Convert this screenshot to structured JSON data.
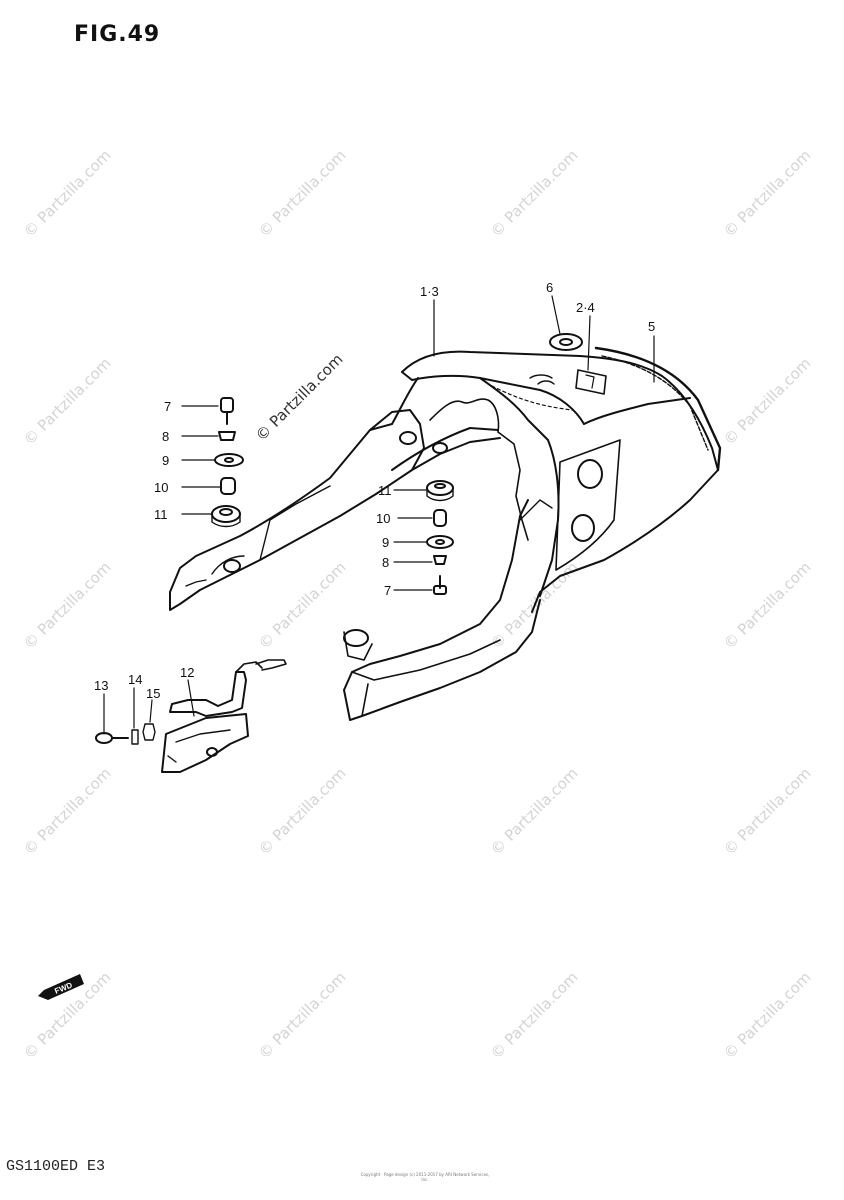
{
  "figure": {
    "title": "FIG.49"
  },
  "model_code": "GS1100ED E3",
  "watermark_text": "© Partzilla.com",
  "footer_note": "Copyright · Page design (c) 2011-2017 by ARI Network Services, Inc.",
  "fwd_arrow_label": "FWD",
  "part_labels": {
    "p1_3": "1·3",
    "p6": "6",
    "p2_4": "2·4",
    "p5": "5",
    "p7a": "7",
    "p8a": "8",
    "p9a": "9",
    "p10a": "10",
    "p11a": "11",
    "p11b": "11",
    "p10b": "10",
    "p9b": "9",
    "p8b": "8",
    "p7b": "7",
    "p12": "12",
    "p13": "13",
    "p14": "14",
    "p15": "15"
  },
  "colors": {
    "ink": "#111111",
    "watermark": "#d4d4d4",
    "background": "#ffffff"
  }
}
